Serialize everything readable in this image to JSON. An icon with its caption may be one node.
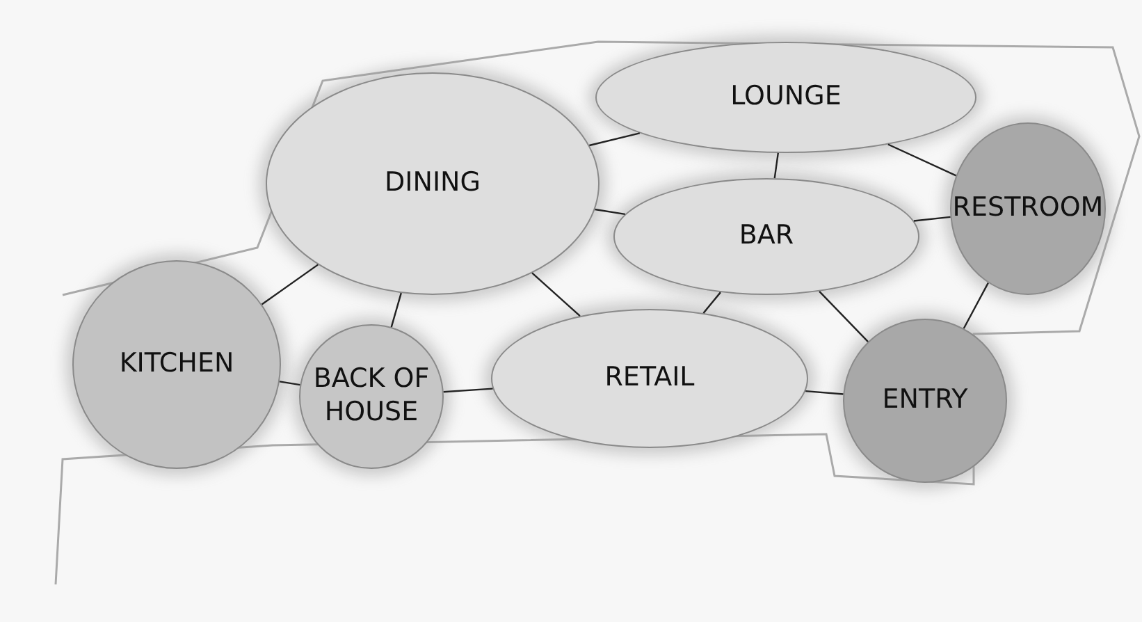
{
  "diagram": {
    "nodes": [
      {
        "text": [
          "LOUNGE"
        ]
      },
      {
        "text": [
          "DINING"
        ]
      },
      {
        "text": [
          "BAR"
        ]
      },
      {
        "text": [
          "RESTROOM"
        ]
      },
      {
        "text": [
          "KITCHEN"
        ]
      },
      {
        "text": [
          "BACK OF HOUSE"
        ]
      },
      {
        "text": [
          "RETAIL"
        ]
      },
      {
        "text": [
          "ENTRY"
        ]
      }
    ],
    "edges": [
      {
        "from": 1,
        "to": 0,
        "arrow": "none"
      },
      {
        "from": 0,
        "to": 2,
        "arrow": "none"
      },
      {
        "from": 0,
        "to": 3,
        "arrow": "none"
      },
      {
        "from": 1,
        "to": 2,
        "arrow": "none"
      },
      {
        "from": 2,
        "to": 3,
        "arrow": "none"
      },
      {
        "from": 1,
        "to": 4,
        "arrow": "none"
      },
      {
        "from": 1,
        "to": 5,
        "arrow": "none"
      },
      {
        "from": 1,
        "to": 6,
        "arrow": "none"
      },
      {
        "from": 2,
        "to": 6,
        "arrow": "none"
      },
      {
        "from": 2,
        "to": 7,
        "arrow": "none"
      },
      {
        "from": 3,
        "to": 7,
        "arrow": "none"
      },
      {
        "from": 4,
        "to": 5,
        "arrow": "none"
      },
      {
        "from": 5,
        "to": 6,
        "arrow": "none"
      },
      {
        "from": 6,
        "to": 7,
        "arrow": "none"
      }
    ]
  }
}
